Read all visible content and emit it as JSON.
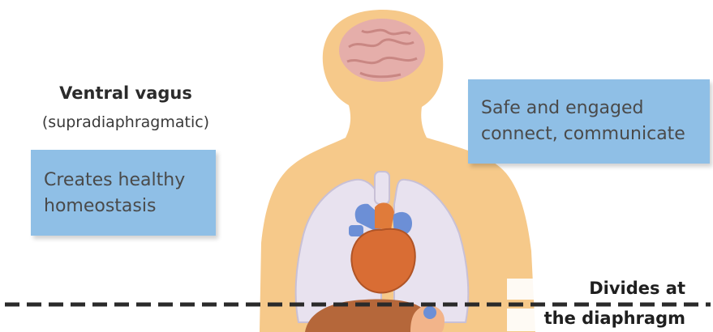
{
  "labels": {
    "title": "Ventral vagus",
    "subtitle": "(supradiaphragmatic)",
    "left_box": [
      "Creates healthy",
      "homeostasis"
    ],
    "right_box": [
      "Safe and engaged",
      "connect, communicate"
    ],
    "divider": [
      "Divides at",
      "the diaphragm"
    ]
  },
  "colors": {
    "skin": "#f6c98a",
    "brain": "#e5aeaa",
    "lungs": "#e8e2ef",
    "heart": "#d96d34",
    "vessels": "#6c8fd6",
    "liver": "#b5673a",
    "box_fill": "#8fbfe6",
    "divider_line": "#2a2a2a"
  }
}
